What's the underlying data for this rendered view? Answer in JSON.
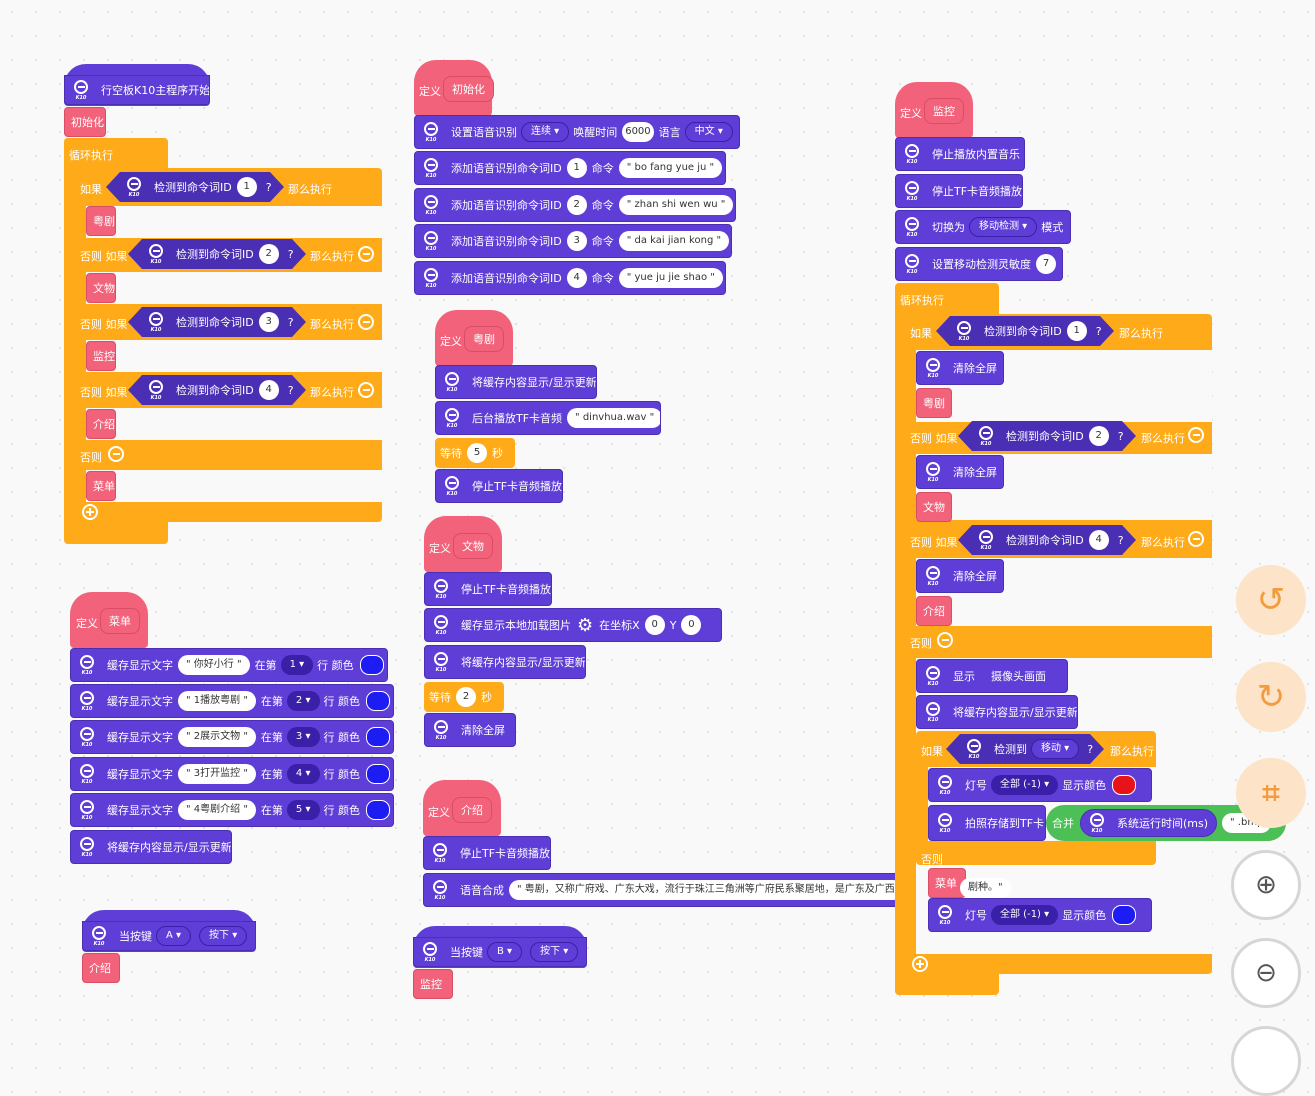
{
  "k10": "K10",
  "main": {
    "start_label": "行空板K10主程序开始",
    "init_call": "初始化",
    "loop_label": "循环执行",
    "if_label": "如果",
    "elif_label": "否则 如果",
    "else_label": "否则",
    "then_label": "那么执行",
    "detect_label": "检测到命令词ID",
    "q": "?",
    "ids": [
      "1",
      "2",
      "3",
      "4"
    ],
    "calls": [
      "粤剧",
      "文物",
      "监控",
      "介绍",
      "菜单"
    ]
  },
  "menu": {
    "def_label": "定义",
    "name": "菜单",
    "row_label": "缓存显示文字",
    "at_label": "在第",
    "row_unit": "行 颜色",
    "rows": [
      {
        "text": "\" 你好小行 \"",
        "n": "1"
      },
      {
        "text": "\" 1播放粤剧 \"",
        "n": "2"
      },
      {
        "text": "\" 2展示文物 \"",
        "n": "3"
      },
      {
        "text": "\" 3打开监控 \"",
        "n": "4"
      },
      {
        "text": "\" 4粤剧介绍 \"",
        "n": "5"
      }
    ],
    "refresh": "将缓存内容显示/显示更新"
  },
  "keyA": {
    "label": "当按键",
    "key": "A",
    "action": "按下",
    "call": "介绍"
  },
  "keyB": {
    "label": "当按键",
    "key": "B",
    "action": "按下",
    "call": "监控"
  },
  "init": {
    "def_label": "定义",
    "name": "初始化",
    "set_label": "设置语音识别",
    "mode": "连续",
    "wake_label": "唤醒时间",
    "wake_value": "6000",
    "lang_label": "语言",
    "lang": "中文",
    "add_label": "添加语音识别命令词ID",
    "cmd_label": "命令",
    "cmds": [
      {
        "id": "1",
        "text": "\" bo fang yue ju \""
      },
      {
        "id": "2",
        "text": "\" zhan shi wen wu \""
      },
      {
        "id": "3",
        "text": "\" da kai jian kong \""
      },
      {
        "id": "4",
        "text": "\" yue ju jie shao \""
      }
    ]
  },
  "opera": {
    "def_label": "定义",
    "name": "粤剧",
    "refresh": "将缓存内容显示/显示更新",
    "play_label": "后台播放TF卡音频",
    "file": "\" dinvhua.wav \"",
    "wait_label": "等待",
    "wait_value": "5",
    "sec": "秒",
    "stop": "停止TF卡音频播放"
  },
  "relic": {
    "def_label": "定义",
    "name": "文物",
    "stop": "停止TF卡音频播放",
    "img_label": "缓存显示本地加载图片",
    "x_label": "在坐标X",
    "x": "0",
    "y_label": "Y",
    "y": "0",
    "refresh": "将缓存内容显示/显示更新",
    "wait_label": "等待",
    "wait_value": "2",
    "sec": "秒",
    "clear": "清除全屏"
  },
  "intro": {
    "def_label": "定义",
    "name": "介绍",
    "stop": "停止TF卡音频播放",
    "tts_label": "语音合成",
    "tts_text": "\" 粤剧，又称广府戏、广东大戏，流行于珠江三角洲等广府民系聚居地，是广东及广西"
  },
  "monitor": {
    "def_label": "定义",
    "name": "监控",
    "stop_music": "停止播放内置音乐",
    "stop_tf": "停止TF卡音频播放",
    "switch_label": "切换为",
    "mode": "移动检测",
    "mode_suffix": "模式",
    "sens_label": "设置移动检测灵敏度",
    "sens": "7",
    "loop_label": "循环执行",
    "if_label": "如果",
    "elif_label": "否则 如果",
    "else_label": "否则",
    "then_label": "那么执行",
    "detect_label": "检测到命令词ID",
    "q": "?",
    "ids": [
      "1",
      "2",
      "4"
    ],
    "clear": "清除全屏",
    "calls": [
      "粤剧",
      "文物",
      "介绍"
    ],
    "show_label": "显示",
    "camera": "摄像头画面",
    "refresh": "将缓存内容显示/显示更新",
    "detect_move": "检测到",
    "move": "移动",
    "light_label": "灯号",
    "light_all": "全部 (-1)",
    "color_label": "显示颜色",
    "photo_label": "拍照存储到TF卡",
    "merge_label": "合并",
    "runtime": "系统运行时间(ms)",
    "ext": "\" .bmp",
    "menu_call": "菜单",
    "partial": "剧种。\""
  },
  "colors": {
    "purple": "#5e3ed6",
    "pink": "#f2627a",
    "orange": "#ffab19",
    "green": "#4cbf56",
    "blue": "#1d1cf2",
    "red": "#e8131a"
  },
  "tools": {
    "undo": "undo-icon",
    "redo": "redo-icon",
    "crop": "crop-icon",
    "zoom_in": "zoom-in-icon",
    "zoom_out": "zoom-out-icon"
  }
}
